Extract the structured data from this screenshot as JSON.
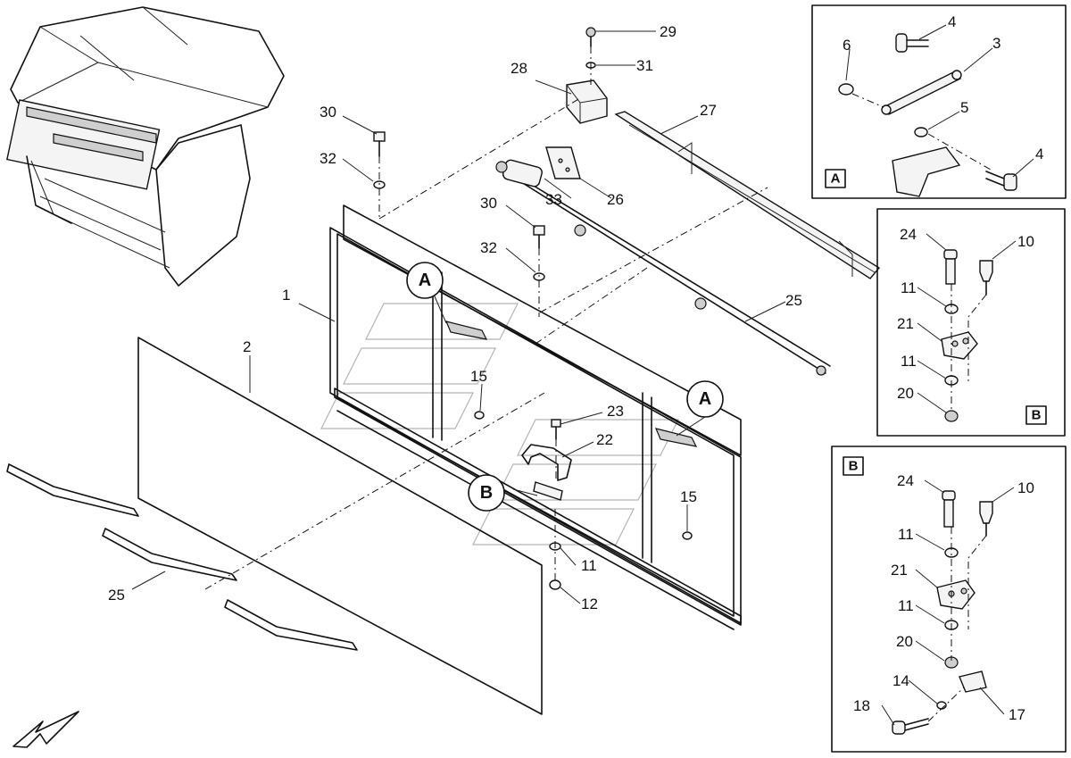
{
  "detail_tags": {
    "a": "A",
    "b": "B"
  },
  "callouts": {
    "c1": "1",
    "c2": "2",
    "c3": "3",
    "c4a": "4",
    "c4b": "4",
    "c5": "5",
    "c6": "6",
    "c10a": "10",
    "c10b": "10",
    "c11a": "11",
    "c11b": "11",
    "c11c": "11",
    "c11d": "11",
    "c11e": "11",
    "c12": "12",
    "c14": "14",
    "c15a": "15",
    "c15b": "15",
    "c17": "17",
    "c18": "18",
    "c20a": "20",
    "c20b": "20",
    "c21a": "21",
    "c21b": "21",
    "c22": "22",
    "c23": "23",
    "c24a": "24",
    "c24b": "24",
    "c25a": "25",
    "c25b": "25",
    "c26": "26",
    "c27": "27",
    "c28": "28",
    "c29": "29",
    "c30a": "30",
    "c30b": "30",
    "c31": "31",
    "c32a": "32",
    "c32b": "32",
    "c33": "33"
  }
}
